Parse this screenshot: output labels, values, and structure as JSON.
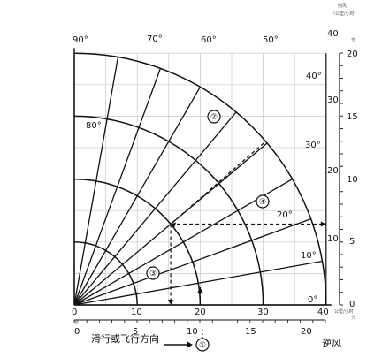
{
  "diagram": {
    "angle_labels": [
      "0°",
      "10°",
      "20°",
      "30°",
      "40°",
      "50°",
      "60°",
      "70°",
      "80°",
      "90°"
    ],
    "radial_ticks": [
      "0",
      "10",
      "20",
      "30",
      "40"
    ],
    "knot_ticks": [
      "0",
      "5",
      "10",
      "15",
      "20"
    ],
    "left_ticks": [
      "10",
      "20",
      "30",
      "40"
    ],
    "right_scale_ticks": [
      "0",
      "5",
      "10",
      "15",
      "20"
    ],
    "markers": [
      "①",
      "②",
      "③",
      "④"
    ],
    "crosswind_label": "侧风",
    "crosswind_unit": "（公里/小时）",
    "headwind_unit": "公里/小时",
    "right_top_small": "节",
    "right_bottom_small": "节",
    "bottom_left_small": "节",
    "headwind_label": "逆风",
    "direction_label": "滑行或飞行方向",
    "example_wind_speed_kmh": 20,
    "example_wind_angle_deg": 40,
    "example_crosswind": 13,
    "example_headwind": 15
  }
}
